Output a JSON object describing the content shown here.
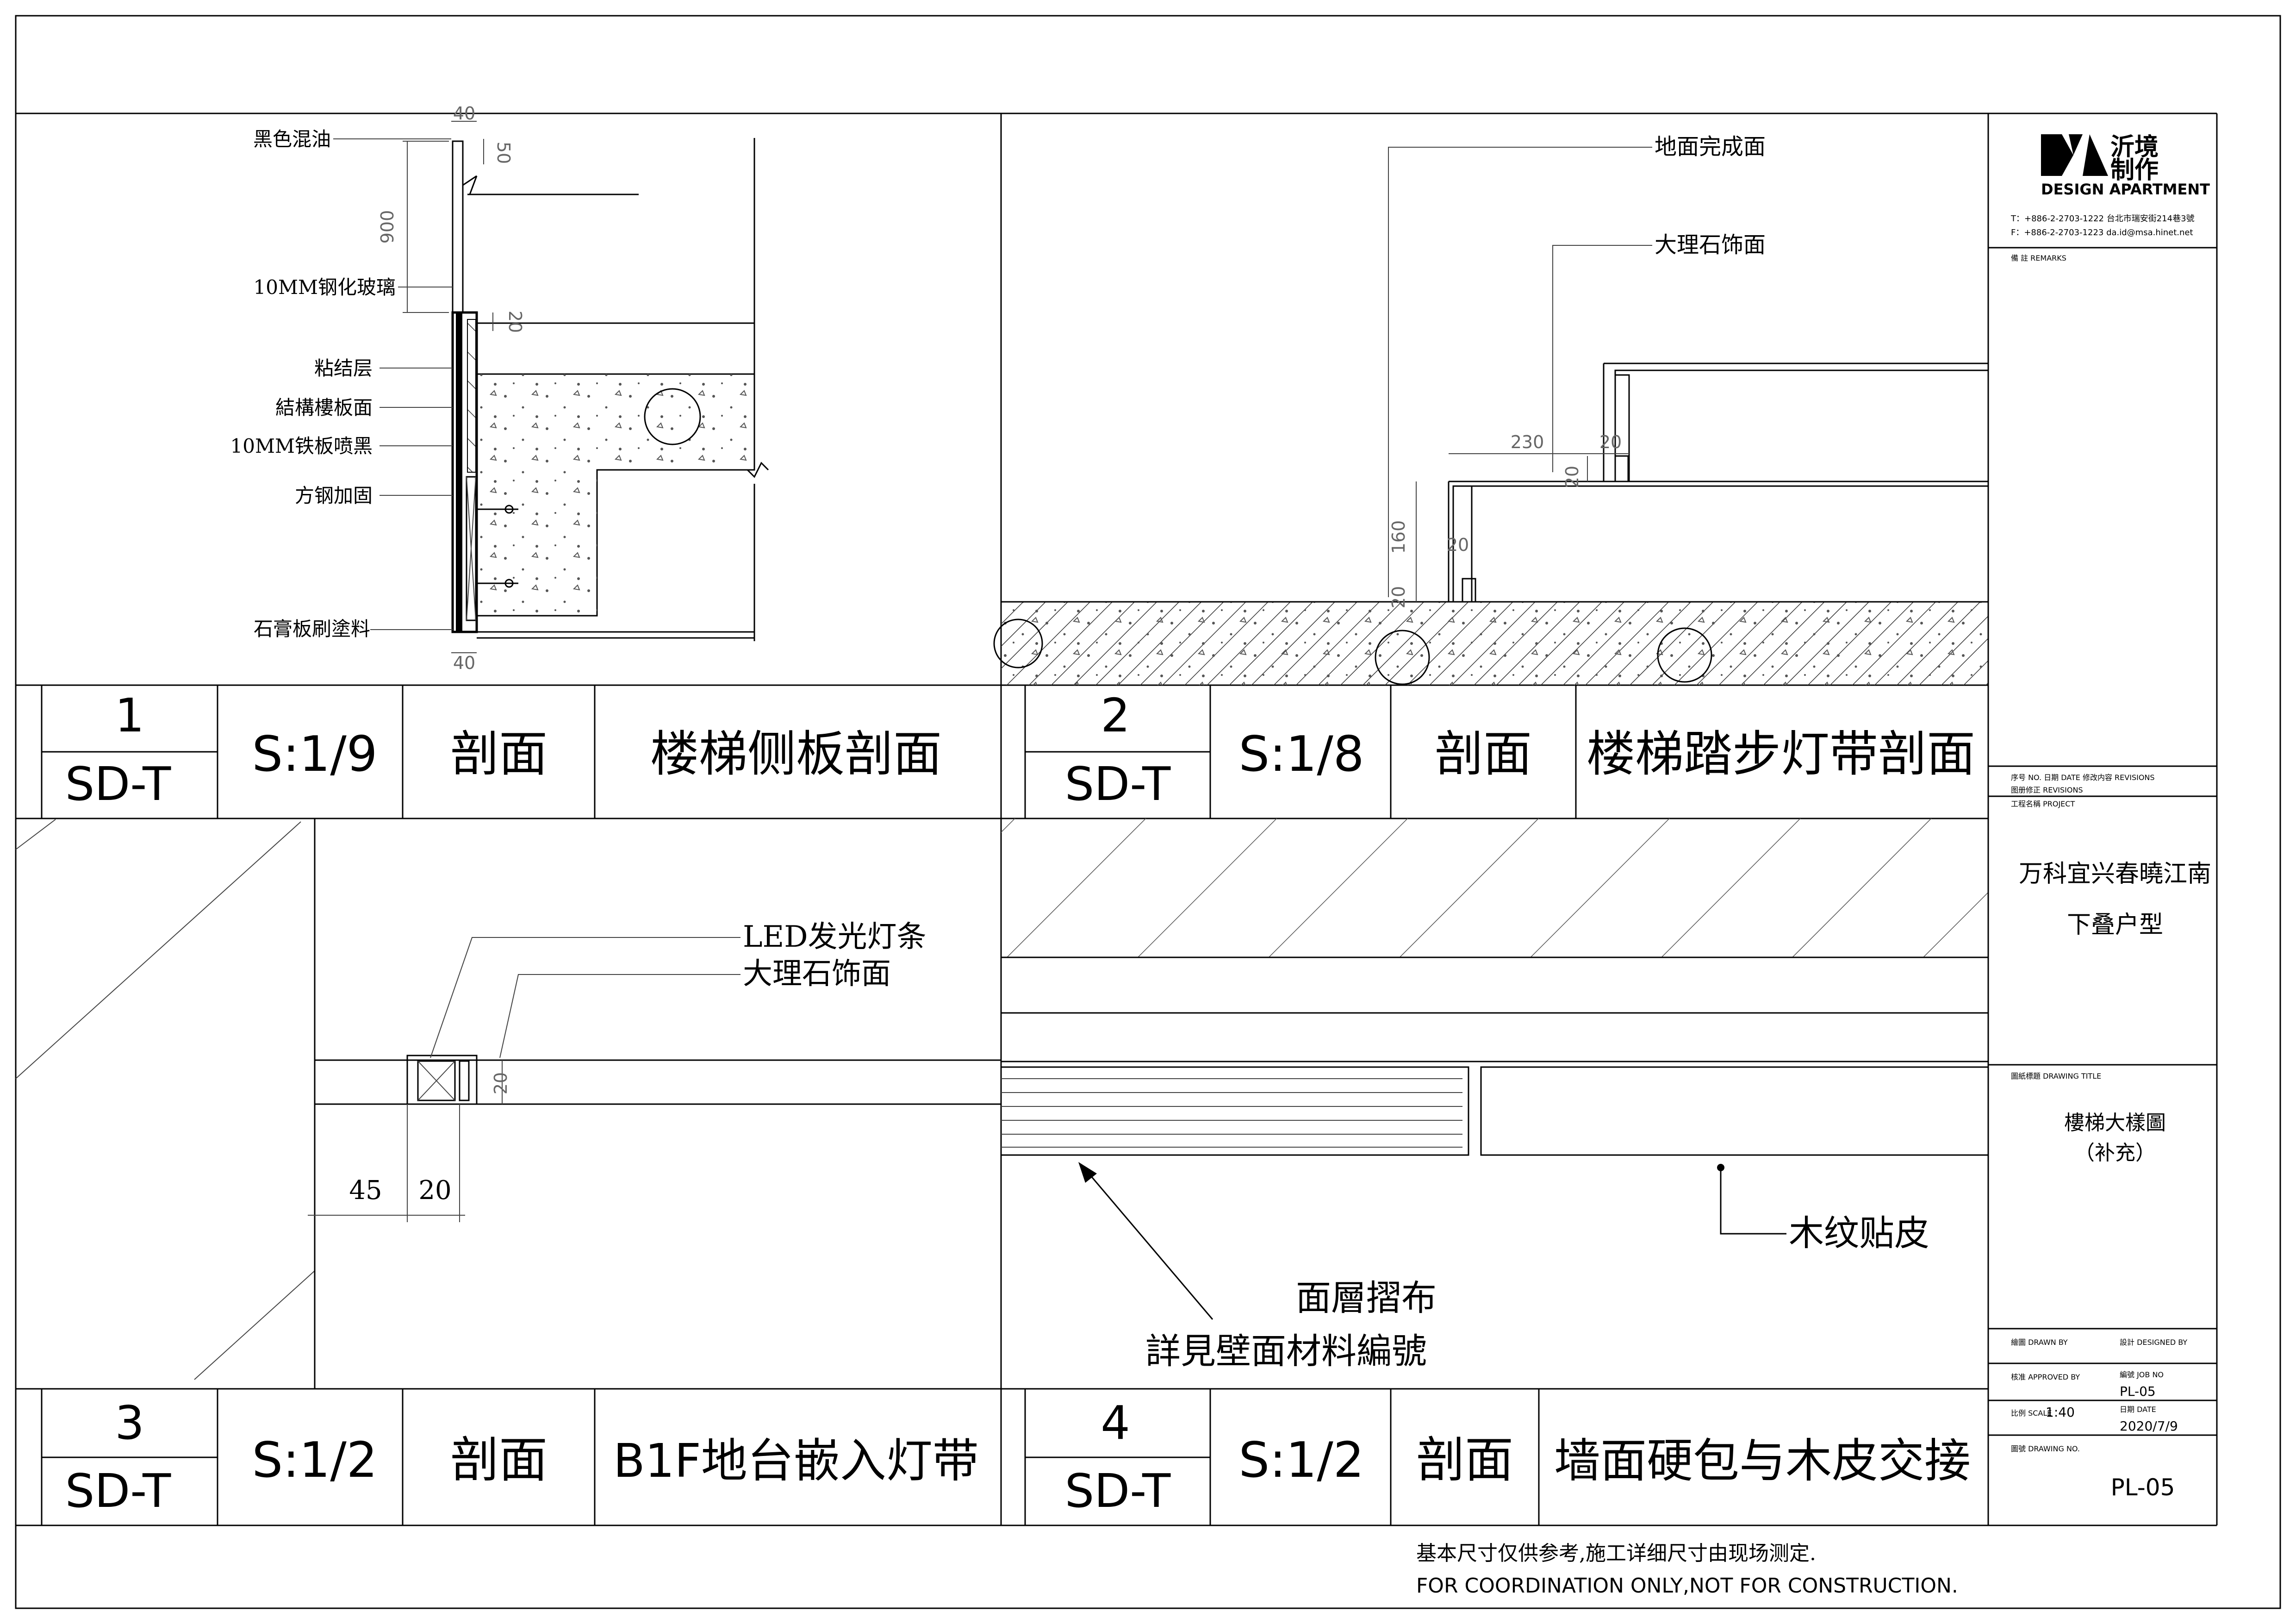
{
  "company": {
    "logo_cn": "沂境",
    "logo_cn2": "制作",
    "logo_en": "DESIGN APARTMENT",
    "tel": "T：+886-2-2703-1222 台北市瑞安街214巷3號",
    "fax": "F：+886-2-2703-1223  da.id@msa.hinet.net"
  },
  "remarks_label": "備 註 REMARKS",
  "revisions_label_1": "序号 NO.  日期 DATE   修改内容 REVISIONS",
  "revisions_label_2": "图册修正 REVISIONS",
  "project_label": "工程名稱 PROJECT",
  "project_name_1": "万科宜兴春曉江南",
  "project_name_2": "下叠户型",
  "drawing_title_label": "圖紙標題 DRAWING TITLE",
  "drawing_title_1": "樓梯大樣圖",
  "drawing_title_2": "（补充）",
  "drawn_by_label": "繪圖 DRAWN BY",
  "designed_by_label": "設計 DESIGNED BY",
  "approved_by_label": "核准 APPROVED BY",
  "job_no_label": "編號 JOB NO",
  "job_no": "PL-05",
  "scale_label": "比例 SCALE",
  "scale": "1:40",
  "date_label": "日期 DATE",
  "date": "2020/7/9",
  "drawing_no_label": "圖號 DRAWING NO.",
  "drawing_no": "PL-05",
  "footer_cn": "基本尺寸仅供参考,施工详细尺寸由现场测定.",
  "footer_en": "FOR COORDINATION ONLY,NOT FOR CONSTRUCTION.",
  "details": [
    {
      "num": "1",
      "ref": "SD-T",
      "scale": "S:1/9",
      "type": "剖面",
      "title": "楼梯侧板剖面"
    },
    {
      "num": "2",
      "ref": "SD-T",
      "scale": "S:1/8",
      "type": "剖面",
      "title": "楼梯踏步灯带剖面"
    },
    {
      "num": "3",
      "ref": "SD-T",
      "scale": "S:1/2",
      "type": "剖面",
      "title": "B1F地台嵌入灯带"
    },
    {
      "num": "4",
      "ref": "SD-T",
      "scale": "S:1/2",
      "type": "剖面",
      "title": "墙面硬包与木皮交接"
    }
  ],
  "d1_labels": {
    "black_paint": "黑色混油",
    "glass": "10MM钢化玻璃",
    "adhesive": "粘结层",
    "slab": "結構樓板面",
    "steel": "10MM铁板喷黑",
    "square_steel": "方钢加固",
    "gypsum": "石膏板刷塗料"
  },
  "d1_dims": {
    "top": "40",
    "top2": "50",
    "height": "900",
    "small": "20",
    "bottom": "40"
  },
  "d2_labels": {
    "floor": "地面完成面",
    "marble": "大理石饰面"
  },
  "d2_dims": {
    "tread": "230",
    "gap": "20",
    "gap2": "20",
    "riser": "160",
    "light": "20",
    "bottom": "20"
  },
  "d3_labels": {
    "led": "LED发光灯条",
    "marble": "大理石饰面"
  },
  "d3_dims": {
    "thick": "20",
    "w1": "45",
    "w2": "20"
  },
  "d4_labels": {
    "veneer": "木纹贴皮",
    "fabric1": "面層摺布",
    "fabric2": "詳見壁面材料編號"
  }
}
